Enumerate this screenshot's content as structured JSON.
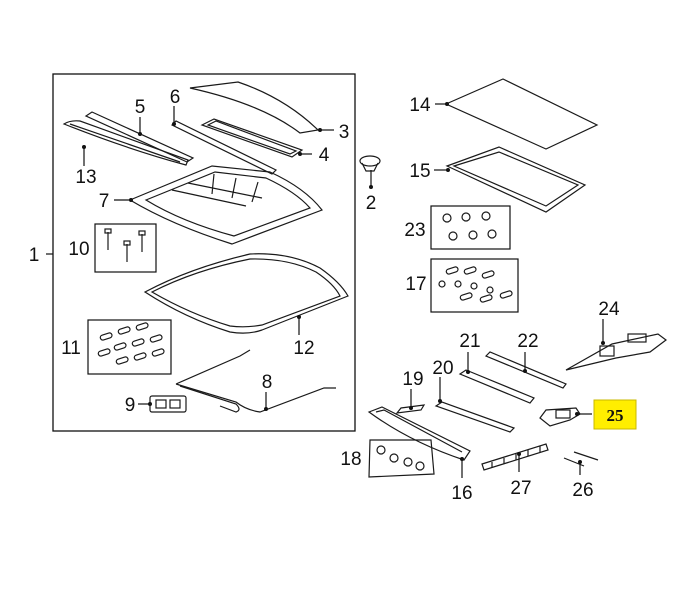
{
  "callouts": {
    "c1": "1",
    "c2": "2",
    "c3": "3",
    "c4": "4",
    "c5": "5",
    "c6": "6",
    "c7": "7",
    "c8": "8",
    "c9": "9",
    "c10": "10",
    "c11": "11",
    "c12": "12",
    "c13": "13",
    "c14": "14",
    "c15": "15",
    "c16": "16",
    "c17": "17",
    "c18": "18",
    "c19": "19",
    "c20": "20",
    "c21": "21",
    "c22": "22",
    "c23": "23",
    "c24": "24",
    "c25": "25",
    "c26": "26",
    "c27": "27"
  },
  "highlight": {
    "label": "25",
    "color": "#ffee00"
  }
}
